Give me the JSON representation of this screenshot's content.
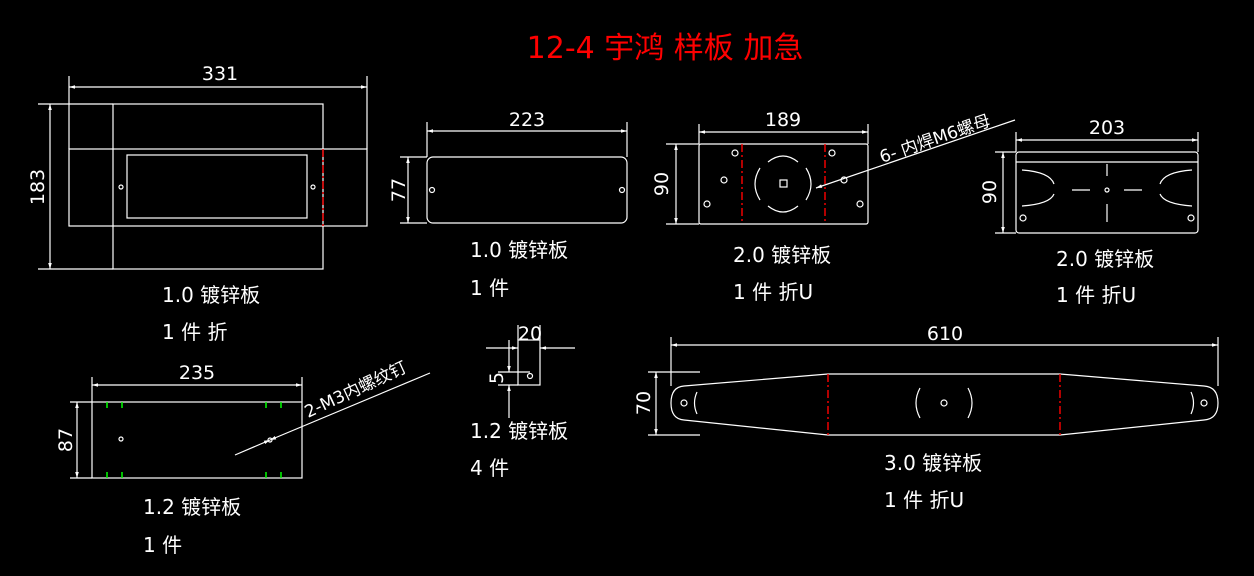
{
  "title": "12-4 宇鸿 样板 加急",
  "colors": {
    "background": "#000000",
    "lines": "#ffffff",
    "title": "#ff0000",
    "fold_lines": "#ff0000",
    "marks": "#00ff00"
  },
  "parts": [
    {
      "width": "331",
      "height": "183",
      "material": "1.0 镀锌板",
      "qty": "1 件 折"
    },
    {
      "width": "223",
      "height": "77",
      "material": "1.0 镀锌板",
      "qty": "1 件"
    },
    {
      "width": "189",
      "height": "90",
      "note": "6- 内焊M6螺母",
      "material": "2.0 镀锌板",
      "qty": "1 件 折U"
    },
    {
      "width": "203",
      "height": "90",
      "material": "2.0 镀锌板",
      "qty": "1 件 折U"
    },
    {
      "width": "235",
      "height": "87",
      "note": "2-M3内螺纹钉",
      "material": "1.2 镀锌板",
      "qty": "1 件"
    },
    {
      "width": "20",
      "height": "5",
      "material": "1.2 镀锌板",
      "qty": "4 件"
    },
    {
      "width": "610",
      "height": "70",
      "material": "3.0 镀锌板",
      "qty": "1 件 折U"
    }
  ]
}
